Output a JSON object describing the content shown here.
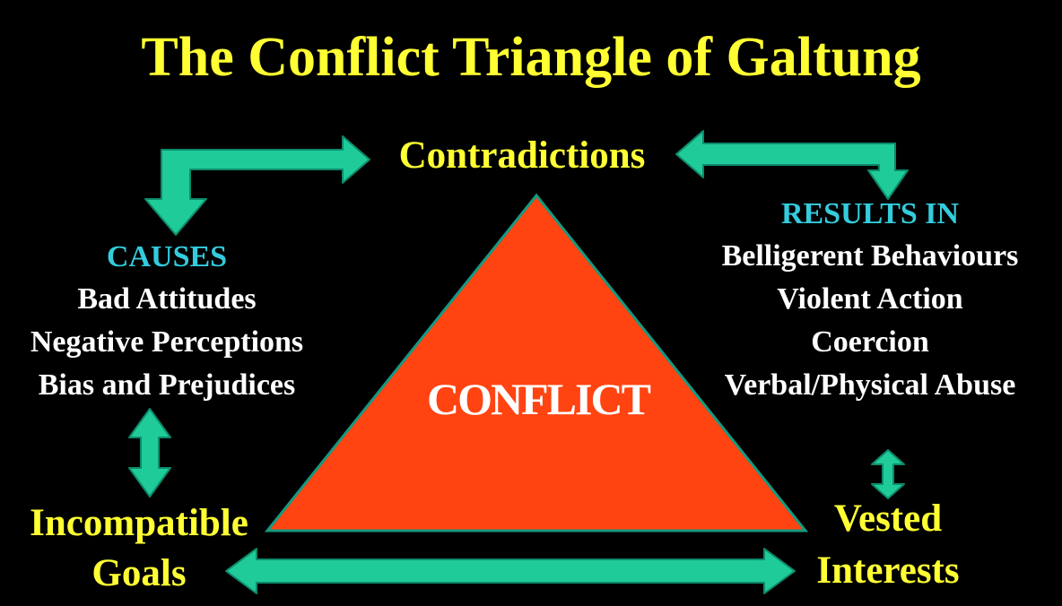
{
  "title": "The Conflict Triangle of Galtung",
  "colors": {
    "background": "#000000",
    "title": "#ffff33",
    "heading": "#33ccdd",
    "text": "#ffffff",
    "triangle_fill": "#ff4411",
    "triangle_stroke": "#159980",
    "arrow_fill": "#1fcc99",
    "arrow_stroke": "#0d8a6b"
  },
  "nodes": {
    "contradictions": "Contradictions",
    "goals": [
      "Incompatible",
      "Goals"
    ],
    "interests": [
      "Vested",
      "Interests"
    ]
  },
  "causes": {
    "heading": "CAUSES",
    "items": [
      "Bad Attitudes",
      "Negative Perceptions",
      "Bias and Prejudices"
    ]
  },
  "results": {
    "heading": "RESULTS IN",
    "items": [
      "Belligerent Behaviours",
      "Violent Action",
      "Coercion",
      "Verbal/Physical Abuse"
    ]
  },
  "center_label": "CONFLICT"
}
